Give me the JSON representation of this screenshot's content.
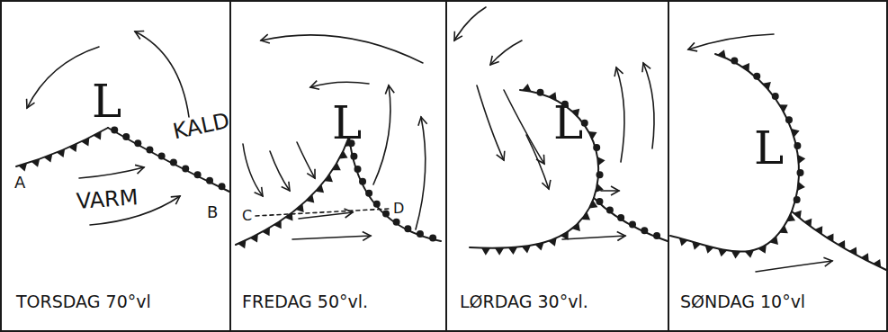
{
  "diagram": {
    "nodes": [
      {
        "text": [
          "L",
          "KALD",
          "VARM",
          "A",
          "B",
          "TORSDAG 70°vl"
        ]
      },
      {
        "text": [
          "L",
          "C",
          "D",
          "FREDAG 50°vl."
        ]
      },
      {
        "text": [
          "L",
          "LØRDAG 30°vl."
        ]
      },
      {
        "text": [
          "L",
          "SØNDAG 10°vl"
        ]
      }
    ]
  }
}
